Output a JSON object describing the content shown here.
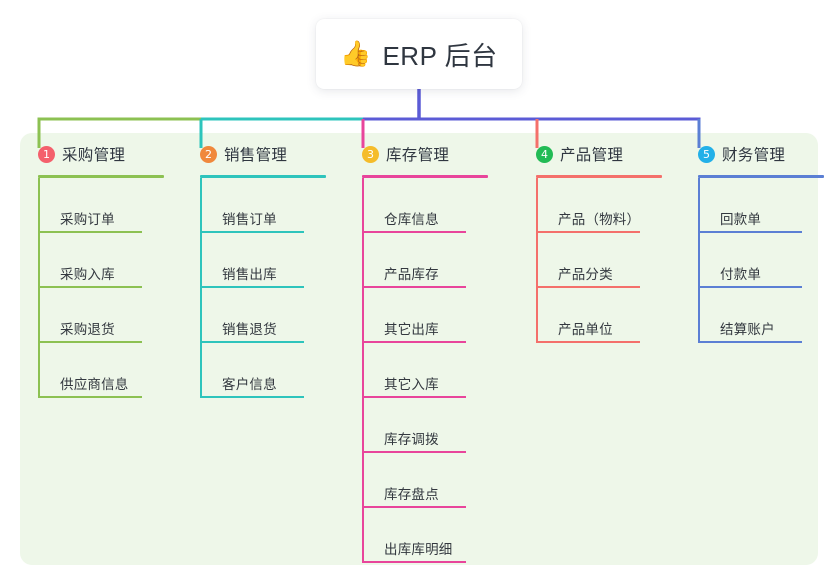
{
  "title": {
    "icon": "thumbs-up-icon",
    "emoji": "👍",
    "text": "ERP 后台"
  },
  "palette": {
    "panel_bg": "#eef7e9",
    "page_bg": "#ffffff",
    "text": "#2f3640",
    "trunk": "#5b5bd6"
  },
  "columns": [
    {
      "number": "1",
      "title": "采购管理",
      "badge_color": "#f4606c",
      "line_color": "#8cc152",
      "items": [
        {
          "label": "采购订单"
        },
        {
          "label": "采购入库"
        },
        {
          "label": "采购退货"
        },
        {
          "label": "供应商信息"
        }
      ]
    },
    {
      "number": "2",
      "title": "销售管理",
      "badge_color": "#f0883c",
      "line_color": "#2ec4bc",
      "items": [
        {
          "label": "销售订单"
        },
        {
          "label": "销售出库"
        },
        {
          "label": "销售退货"
        },
        {
          "label": "客户信息"
        }
      ]
    },
    {
      "number": "3",
      "title": "库存管理",
      "badge_color": "#f5bc2a",
      "line_color": "#e8459b",
      "items": [
        {
          "label": "仓库信息"
        },
        {
          "label": "产品库存"
        },
        {
          "label": "其它出库"
        },
        {
          "label": "其它入库"
        },
        {
          "label": "库存调拨"
        },
        {
          "label": "库存盘点"
        },
        {
          "label": "出库库明细"
        }
      ]
    },
    {
      "number": "4",
      "title": "产品管理",
      "badge_color": "#22bb55",
      "line_color": "#f4706b",
      "items": [
        {
          "label": "产品（物料）"
        },
        {
          "label": "产品分类"
        },
        {
          "label": "产品单位"
        }
      ]
    },
    {
      "number": "5",
      "title": "财务管理",
      "badge_color": "#22b0e8",
      "line_color": "#5b7fd4",
      "items": [
        {
          "label": "回款单"
        },
        {
          "label": "付款单"
        },
        {
          "label": "结算账户"
        }
      ]
    }
  ],
  "connectors": {
    "trunk_color": "#5b5bd6",
    "bus_segments": [
      {
        "color": "#8cc152",
        "from": "col1",
        "to": "col2"
      },
      {
        "color": "#2ec4bc",
        "from": "col2",
        "to": "col3"
      },
      {
        "color": "#5b5bd6",
        "from": "col3",
        "to": "col5"
      }
    ],
    "drops": [
      {
        "color": "#8cc152",
        "target": "col1"
      },
      {
        "color": "#2ec4bc",
        "target": "col2"
      },
      {
        "color": "#e8459b",
        "target": "col3"
      },
      {
        "color": "#f4706b",
        "target": "col4"
      },
      {
        "color": "#5b7fd4",
        "target": "col5"
      }
    ]
  }
}
